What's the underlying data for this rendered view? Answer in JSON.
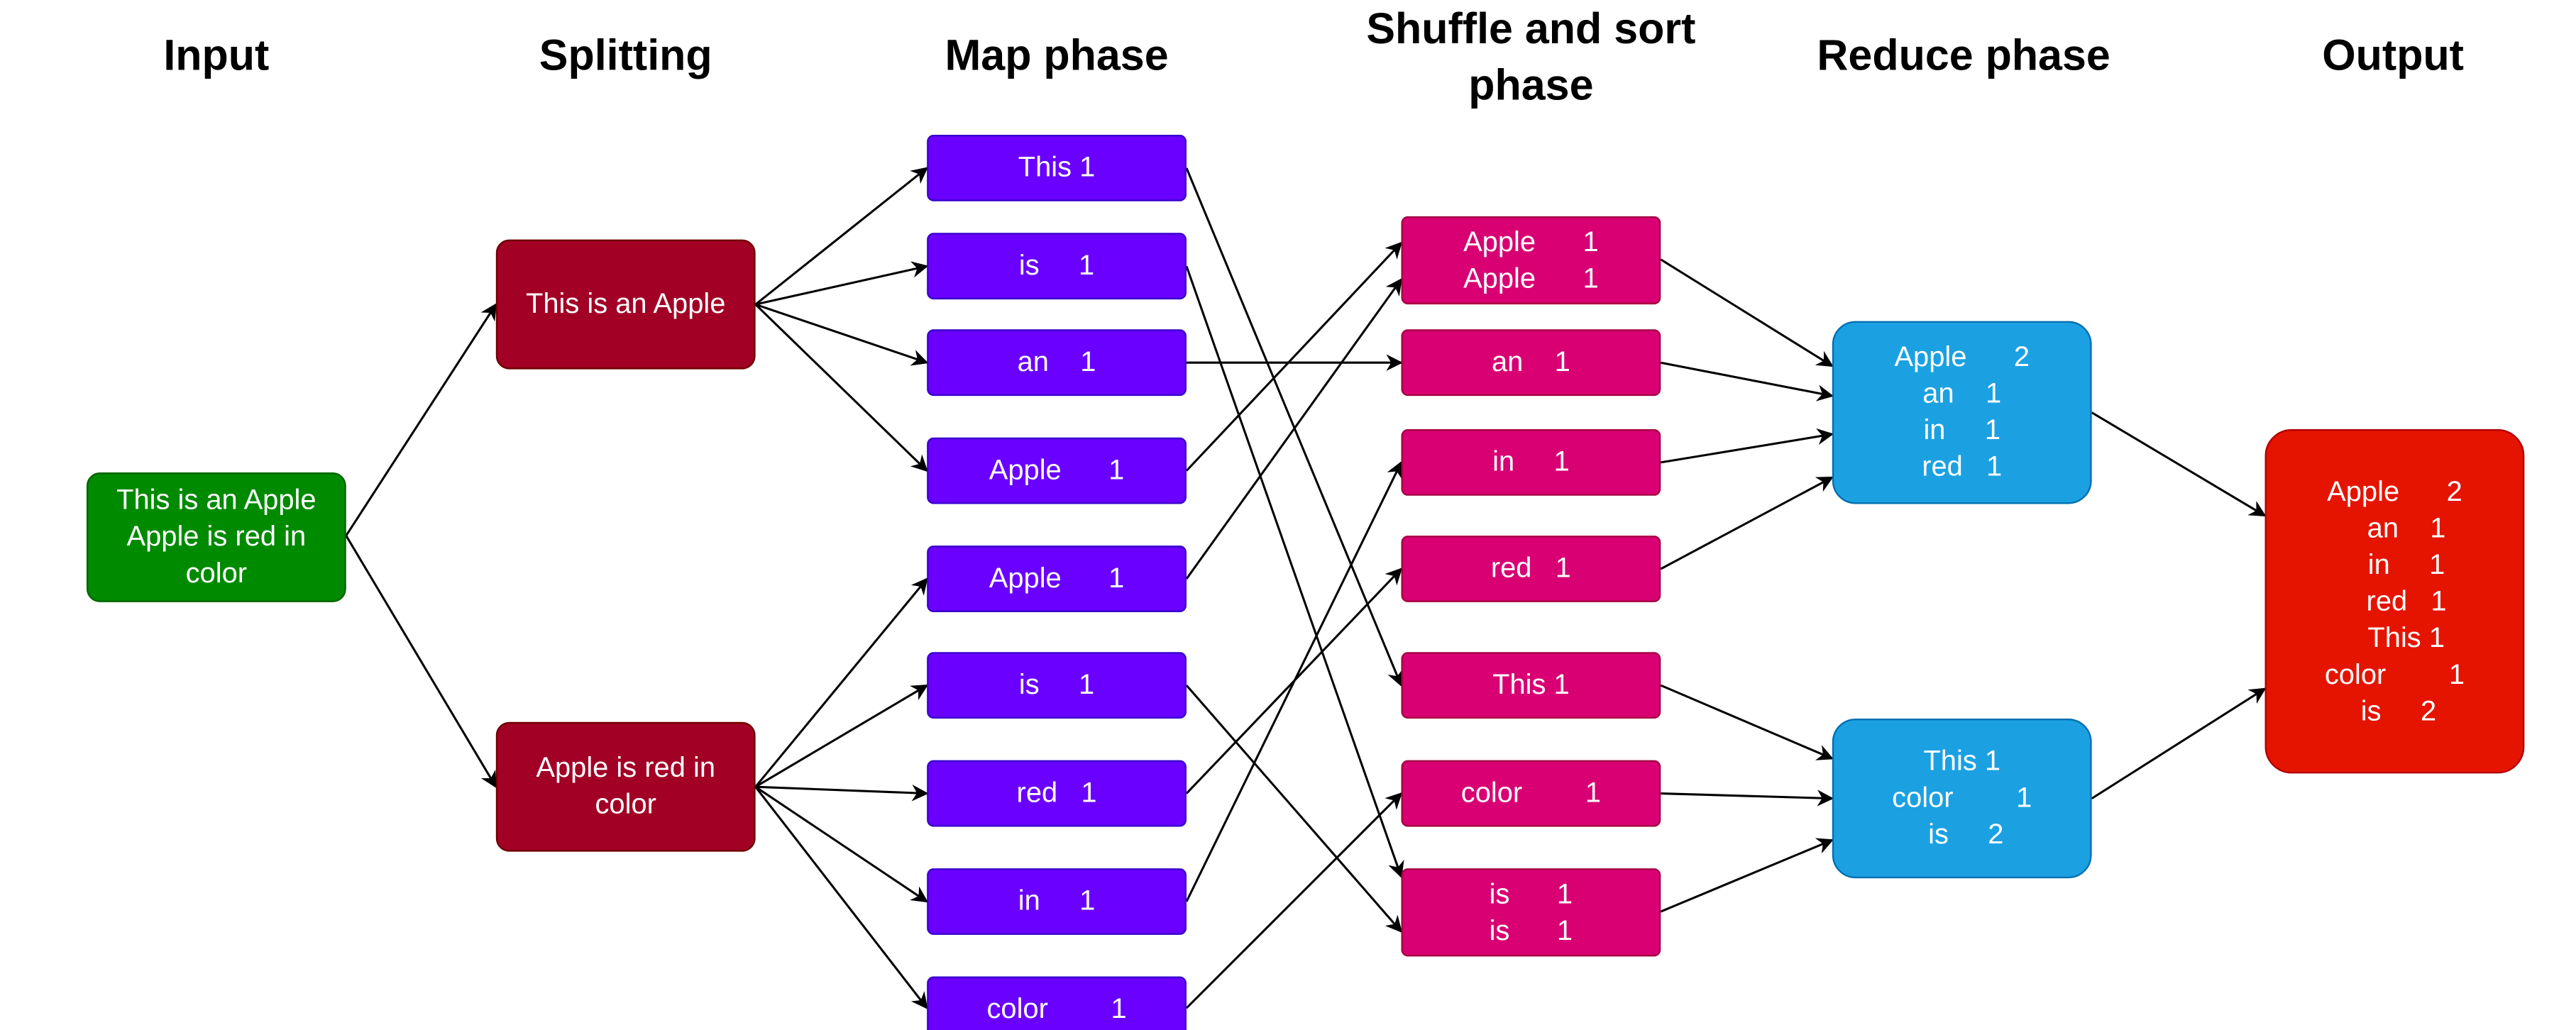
{
  "headers": {
    "input": "Input",
    "splitting": "Splitting",
    "map": "Map phase",
    "shuffle": "Shuffle and sort\nphase",
    "reduce": "Reduce phase",
    "output": "Output"
  },
  "input": {
    "text": "This is an Apple\nApple is red in\ncolor"
  },
  "splitting": [
    {
      "text": "This is an Apple"
    },
    {
      "text": "Apple is red in\ncolor"
    }
  ],
  "map": [
    {
      "text": "This 1"
    },
    {
      "text": "is     1"
    },
    {
      "text": "an    1"
    },
    {
      "text": "Apple      1"
    },
    {
      "text": "Apple      1"
    },
    {
      "text": "is     1"
    },
    {
      "text": "red   1"
    },
    {
      "text": "in     1"
    },
    {
      "text": "color        1"
    }
  ],
  "shuffle": [
    {
      "text": "Apple      1\nApple      1"
    },
    {
      "text": "an    1"
    },
    {
      "text": "in     1"
    },
    {
      "text": "red   1"
    },
    {
      "text": "This 1"
    },
    {
      "text": "color        1"
    },
    {
      "text": "is      1\nis      1"
    }
  ],
  "reduce": [
    {
      "text": "Apple      2\n   an    1   \n   in     1   \n   red   1   "
    },
    {
      "text": "This 1\ncolor        1\n is     2"
    }
  ],
  "output": {
    "text": "Apple      2\n   an    1\n   in     1\n   red   1\n   This 1\ncolor        1\n is     2"
  },
  "colors": {
    "input": "#008a00",
    "splitting": "#a20025",
    "map": "#6a00ff",
    "shuffle": "#d80073",
    "reduce": "#1ba1e2",
    "output": "#e51400"
  }
}
